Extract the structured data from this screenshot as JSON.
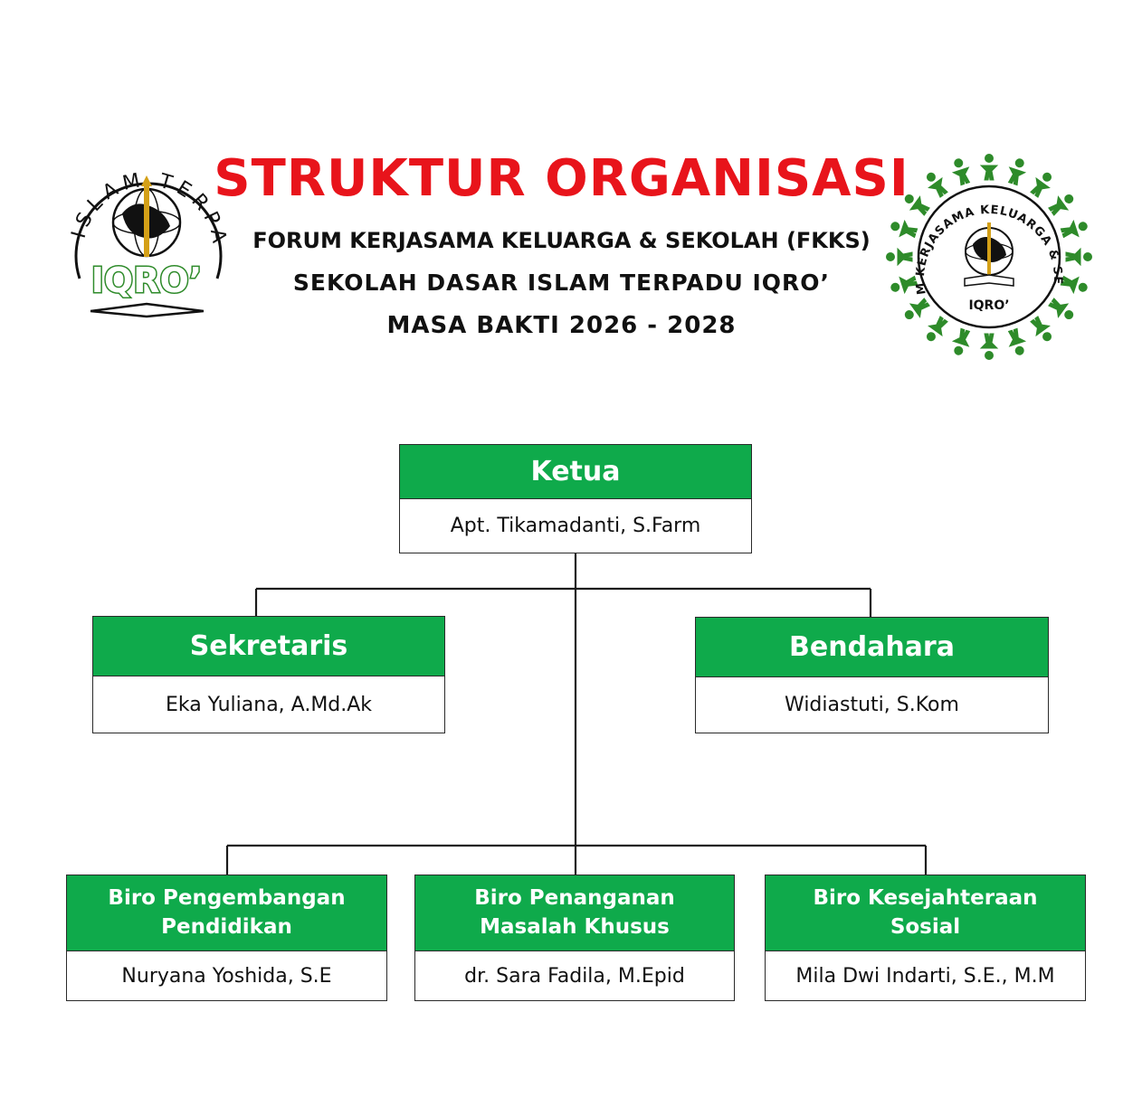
{
  "header": {
    "title": "STRUKTUR ORGANISASI",
    "line1": "FORUM KERJASAMA KELUARGA & SEKOLAH (FKKS)",
    "line2": "SEKOLAH DASAR ISLAM TERPADU IQRO’",
    "line3": "MASA BAKTI 2026 - 2028"
  },
  "logos": {
    "left": {
      "ring_text": "SD ISLAM TERPADU",
      "name": "IQRO’"
    },
    "right": {
      "ring_text": "FORUM KERJASAMA KELUARGA & SEKOLAH",
      "name": "IQRO’"
    }
  },
  "colors": {
    "title_red": "#e8141b",
    "box_green": "#0faa4b",
    "logo_green": "#2e8b2a"
  },
  "org": {
    "ketua": {
      "role": "Ketua",
      "name": "Apt. Tikamadanti, S.Farm"
    },
    "sekretaris": {
      "role": "Sekretaris",
      "name": "Eka Yuliana, A.Md.Ak"
    },
    "bendahara": {
      "role": "Bendahara",
      "name": "Widiastuti, S.Kom"
    },
    "biro": [
      {
        "role": "Biro Pengembangan\nPendidikan",
        "name": "Nuryana Yoshida, S.E"
      },
      {
        "role": "Biro Penanganan\nMasalah Khusus",
        "name": "dr. Sara Fadila, M.Epid"
      },
      {
        "role": "Biro Kesejahteraan\nSosial",
        "name": "Mila Dwi Indarti, S.E., M.M"
      }
    ]
  }
}
